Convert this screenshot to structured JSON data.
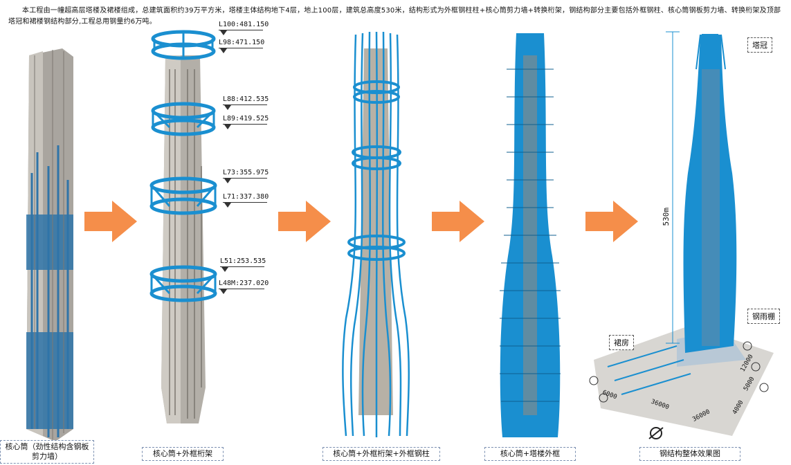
{
  "intro_text": "本工程由一幢超高层塔楼及裙楼组成，总建筑面积约39万平方米，塔楼主体结构地下4层，地上100层，建筑总高度530米，结构形式为外框钢柱柱+核心筒剪力墙+转换桁架，钢结构部分主要包括外框钢柱、核心筒钢板剪力墙、转换桁架及顶部塔冠和裙楼钢结构部分,工程总用钢量约6万吨。",
  "stages": [
    {
      "caption": "核心筒（劲性结构含钢板剪力墙）"
    },
    {
      "caption": "核心筒+外框桁架"
    },
    {
      "caption": "核心筒+外框桁架+外框钢柱"
    },
    {
      "caption": "核心筒+塔楼外框"
    },
    {
      "caption": "钢结构整体效果图"
    }
  ],
  "levels": [
    "L100:481.150",
    "L98:471.150",
    "L88:412.535",
    "L89:419.525",
    "L73:355.975",
    "L71:337.380",
    "L51:253.535",
    "L48M:237.020"
  ],
  "callouts": {
    "crown": "塔冠",
    "canopy": "钢雨棚",
    "podium": "裙房",
    "height": "530m"
  },
  "grid_dims": [
    "36000",
    "36000",
    "12000",
    "5000",
    "6000",
    "4000"
  ],
  "colors": {
    "steel": "#1a8fd0",
    "core": "#b9b4ab",
    "arrow": "#f58e4a"
  }
}
